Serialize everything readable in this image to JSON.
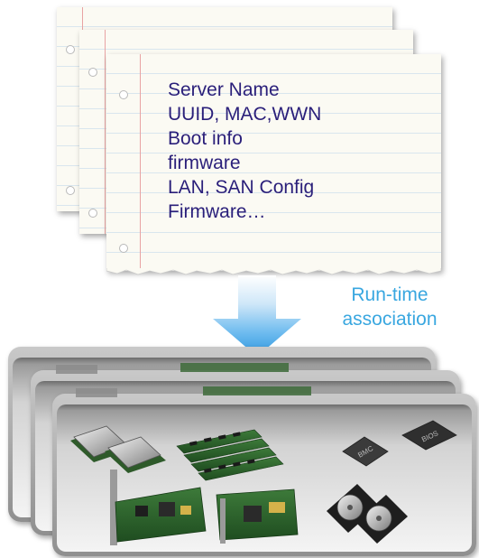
{
  "profile": {
    "lines": [
      "Server Name",
      "UUID, MAC,WWN",
      "Boot info",
      "firmware",
      "LAN, SAN Config",
      "Firmware…"
    ]
  },
  "association": {
    "label_line1": "Run-time",
    "label_line2": "association"
  },
  "hardware": {
    "chip_label_bmc": "BMC",
    "chip_label_bios": "BIOS"
  },
  "colors": {
    "profile_text": "#2a1f7a",
    "association_text": "#39a7e0",
    "arrow": "#3a9fe0"
  },
  "icons": [
    "cpu-icon",
    "memory-module-icon",
    "bmc-chip-icon",
    "bios-chip-icon",
    "network-card-icon",
    "hba-card-icon",
    "hard-drive-icon"
  ]
}
